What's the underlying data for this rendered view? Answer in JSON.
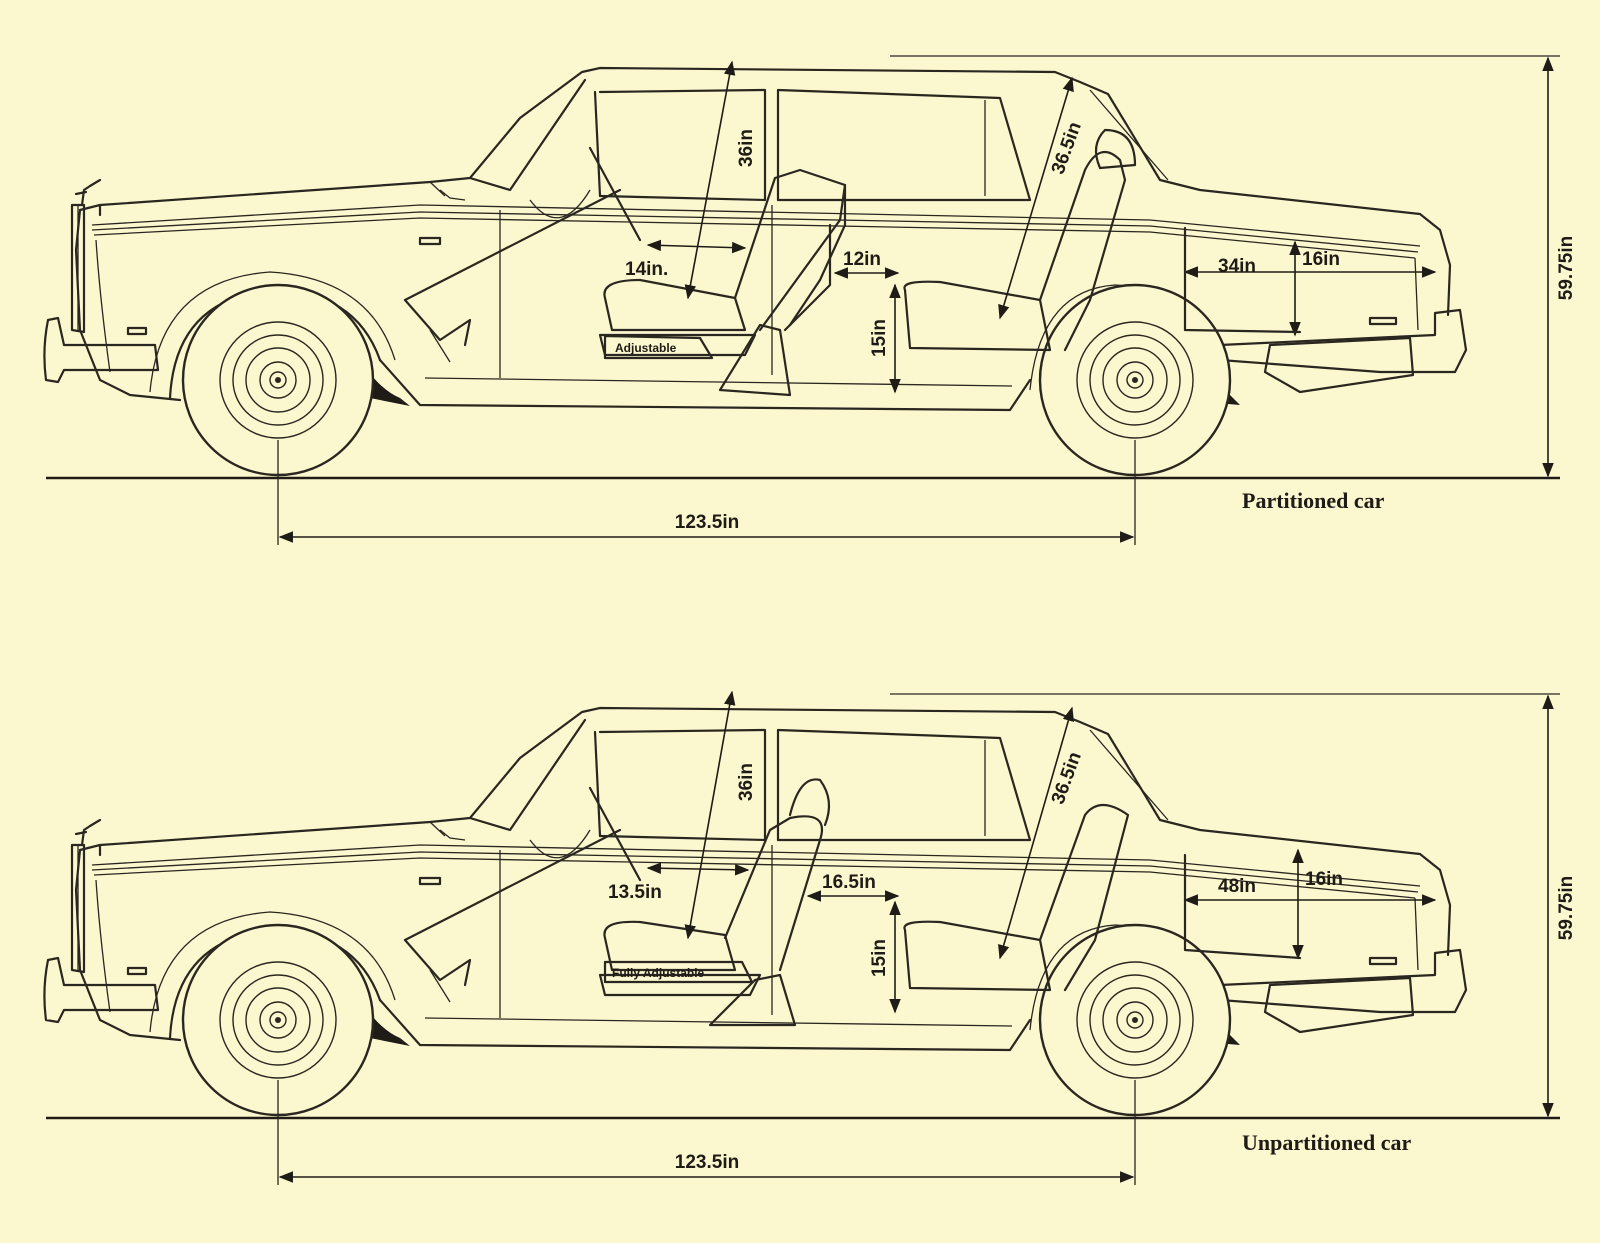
{
  "diagrams": [
    {
      "caption": "Partitioned car",
      "wheelbase": "123.5in",
      "overall_height": "59.75in",
      "front_headroom": "36in",
      "rear_headroom": "36.5in",
      "front_legroom": "14in.",
      "rear_kneeroom": "12in",
      "rear_seat_height": "15in",
      "boot_length": "34in",
      "boot_height": "16in",
      "seat_label": "Adjustable"
    },
    {
      "caption": "Unpartitioned car",
      "wheelbase": "123.5in",
      "overall_height": "59.75in",
      "front_headroom": "36in",
      "rear_headroom": "36.5in",
      "front_legroom": "13.5in",
      "rear_kneeroom": "16.5in",
      "rear_seat_height": "15in",
      "boot_length": "48in",
      "boot_height": "16in",
      "seat_label": "Fully Adjustable"
    }
  ],
  "colors": {
    "paper": "#fbf7cf",
    "ink": "#1f1b16"
  },
  "icons": [
    "car-side-view",
    "spirit-of-ecstasy-mascot"
  ]
}
